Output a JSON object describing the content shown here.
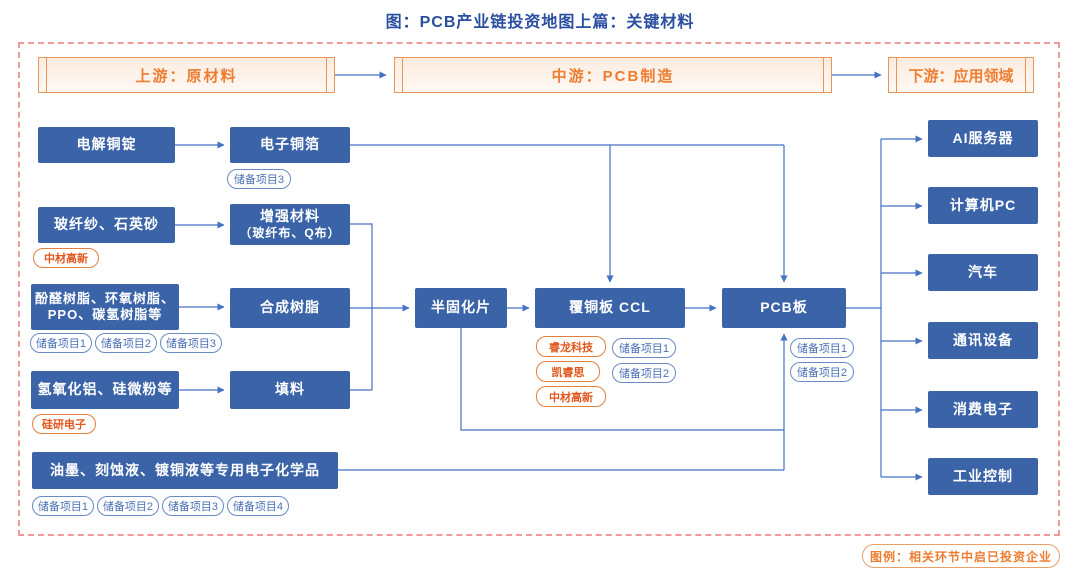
{
  "title": "图：PCB产业链投资地图上篇：关键材料",
  "headers": {
    "upstream": "上游：原材料",
    "midstream": "中游：PCB制造",
    "downstream": "下游：应用领域"
  },
  "nodes": {
    "copper_ingot": "电解铜锭",
    "copper_foil": "电子铜箔",
    "glass_yarn": "玻纤纱、石英砂",
    "reinforce_line1": "增强材料",
    "reinforce_line2": "（玻纤布、Q布）",
    "resin_line1": "酚醛树脂、环氧树脂、",
    "resin_line2": "PPO、碳氢树脂等",
    "synthetic_resin": "合成树脂",
    "aluminum": "氢氧化铝、硅微粉等",
    "filler": "填料",
    "chemicals": "油墨、刻蚀液、镀铜液等专用电子化学品",
    "prepreg": "半固化片",
    "ccl": "覆铜板 CCL",
    "pcb": "PCB板",
    "apps": [
      "AI服务器",
      "计算机PC",
      "汽车",
      "通讯设备",
      "消费电子",
      "工业控制"
    ]
  },
  "badges": {
    "reserve1": "储备项目1",
    "reserve2": "储备项目2",
    "reserve3": "储备项目3",
    "reserve4": "储备项目4",
    "sinoma": "中材高新",
    "siyan": "硅研电子",
    "ruilong": "睿龙科技",
    "kairuisi": "凯睿思"
  },
  "legend": "图例：相关环节中启已投资企业",
  "colors": {
    "node_blue": "#3a63a8",
    "line_blue": "#4472c4",
    "header_orange": "#ed7d31",
    "badge_orange_text": "#e2571d",
    "frame_dash_pink": "#f09a9a",
    "title_blue": "#2b4fa0"
  }
}
